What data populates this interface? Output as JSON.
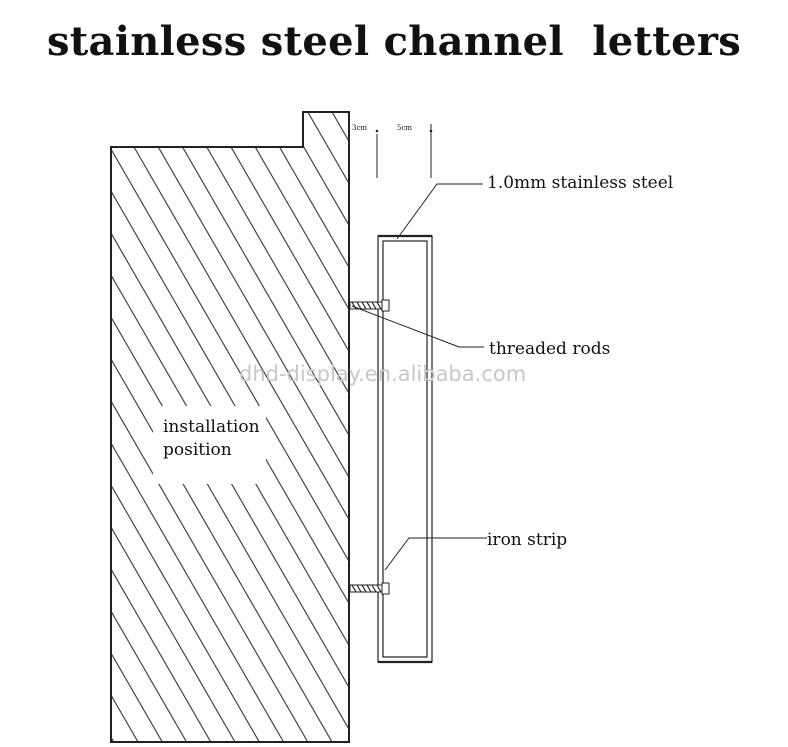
{
  "title": "stainless steel channel  letters",
  "dimensions": {
    "gap": "3cm",
    "depth": "5cm"
  },
  "labels": {
    "material": "1.0mm stainless steel",
    "rods": "threaded rods",
    "strip": "iron strip",
    "install_line1": "installation",
    "install_line2": "position"
  },
  "watermark": "dhd-display.en.alibaba.com",
  "colors": {
    "line": "#222222",
    "hatch": "#333333",
    "watermark": "#c8c8c8"
  }
}
